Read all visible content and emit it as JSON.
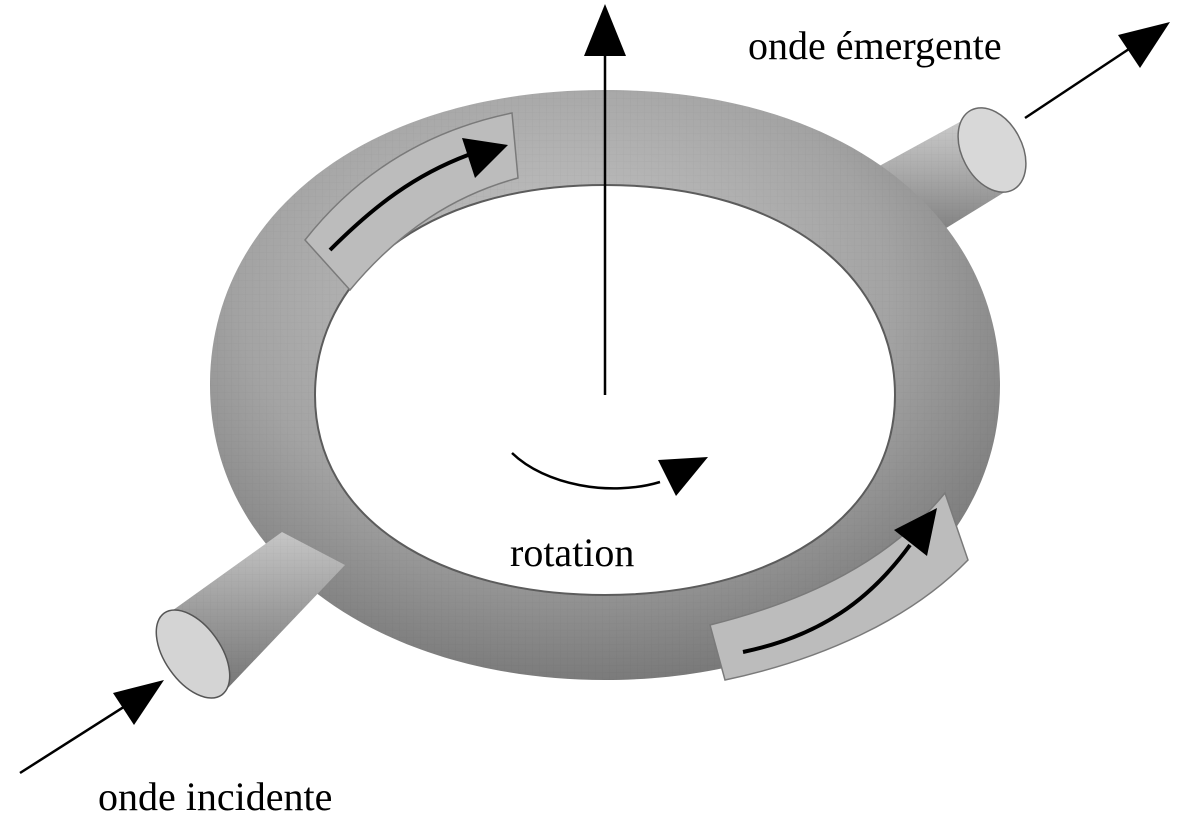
{
  "labels": {
    "outgoing_wave": "onde émergente",
    "rotation": "rotation",
    "incoming_wave": "onde incidente"
  },
  "colors": {
    "background": "#ffffff",
    "ink": "#000000",
    "torus_dark": "#6f6f6f",
    "torus_mid": "#9a9a9a",
    "torus_light": "#c4c4c4",
    "cutaway": "#bdbdbd"
  }
}
